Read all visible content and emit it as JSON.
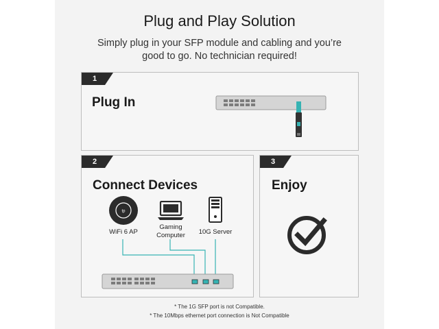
{
  "header": {
    "title": "Plug and Play Solution",
    "subtitle_line1": "Simply plug in your SFP module and cabling and you’re",
    "subtitle_line2": "good to go. No technician required!"
  },
  "steps": [
    {
      "number": "1",
      "title": "Plug In"
    },
    {
      "number": "2",
      "title": "Connect Devices"
    },
    {
      "number": "3",
      "title": "Enjoy"
    }
  ],
  "devices": [
    {
      "label_line1": "WiFi 6 AP",
      "label_line2": "",
      "icon": "access-point-icon"
    },
    {
      "label_line1": "Gaming",
      "label_line2": "Computer",
      "icon": "laptop-icon"
    },
    {
      "label_line1": "10G Server",
      "label_line2": "",
      "icon": "server-icon"
    }
  ],
  "notes": {
    "line1": "* The 1G SFP port is not Compatible.",
    "line2": "* The 10Mbps ethernet port connection is Not Compatible"
  },
  "colors": {
    "accent": "#36b3b3",
    "dark": "#2b2b2b",
    "switch": "#d5d5d5"
  }
}
